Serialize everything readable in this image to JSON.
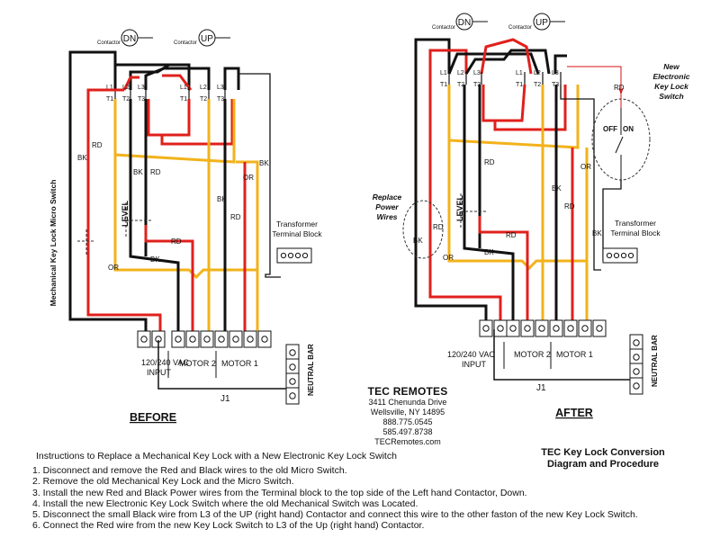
{
  "diagram": {
    "before_label": "BEFORE",
    "after_label": "AFTER",
    "contactor_label": "Contactor",
    "dn_label": "DN",
    "up_label": "UP",
    "phase_top": [
      "L1",
      "L2",
      "L3"
    ],
    "phase_bottom": [
      "T1",
      "T2",
      "T3"
    ],
    "wire_codes": {
      "bk": "BK",
      "rd": "RD",
      "or": "OR"
    },
    "level_label": "LEVEL",
    "mech_switch_label": "Mechanical Key Lock Micro Switch",
    "transformer_line1": "Transformer",
    "transformer_line2": "Terminal Block",
    "input_line1": "120/240 VAC",
    "input_line2": "INPUT",
    "motor2_label": "MOTOR 2",
    "motor1_label": "MOTOR 1",
    "j1_label": "J1",
    "neutral_label": "NEUTRAL BAR",
    "replace_line1": "Replace",
    "replace_line2": "Power",
    "replace_line3": "Wires",
    "new_switch_line1": "New",
    "new_switch_line2": "Electronic",
    "new_switch_line3": "Key Lock",
    "new_switch_line4": "Switch",
    "off_label": "OFF",
    "on_label": "ON",
    "colors": {
      "black": "#111111",
      "red": "#e0201c",
      "orange": "#f2b21b",
      "accent": "#d81010"
    }
  },
  "company": {
    "name": "TEC REMOTES",
    "address1": "3411 Chenunda Drive",
    "address2": "Wellsville, NY 14895",
    "phone1": "888.775.0545",
    "phone2": "585.497.8738",
    "web": "TECRemotes.com"
  },
  "title": {
    "line1": "TEC Key Lock Conversion",
    "line2": "Diagram and Procedure"
  },
  "instructions": {
    "heading": "Instructions to Replace a Mechanical Key Lock with a New Electronic Key Lock Switch",
    "steps": [
      "1. Disconnect and remove the Red and Black wires to the old Micro Switch.",
      "2. Remove the old Mechanical Key Lock and the Micro Switch.",
      "3. Install the new Red and Black Power wires from the Terminal block to the top side of the Left hand Contactor, Down.",
      "4. Install the new Electronic Key Lock Switch where the old Mechanical Switch was Located.",
      "5. Disconnect the small Black wire from L3 of the UP (right hand) Contactor and connect this wire to the other faston of the new Key Lock Switch.",
      "6. Connect the Red wire from the new Key Lock Switch to L3 of the Up (right hand) Contactor."
    ]
  }
}
